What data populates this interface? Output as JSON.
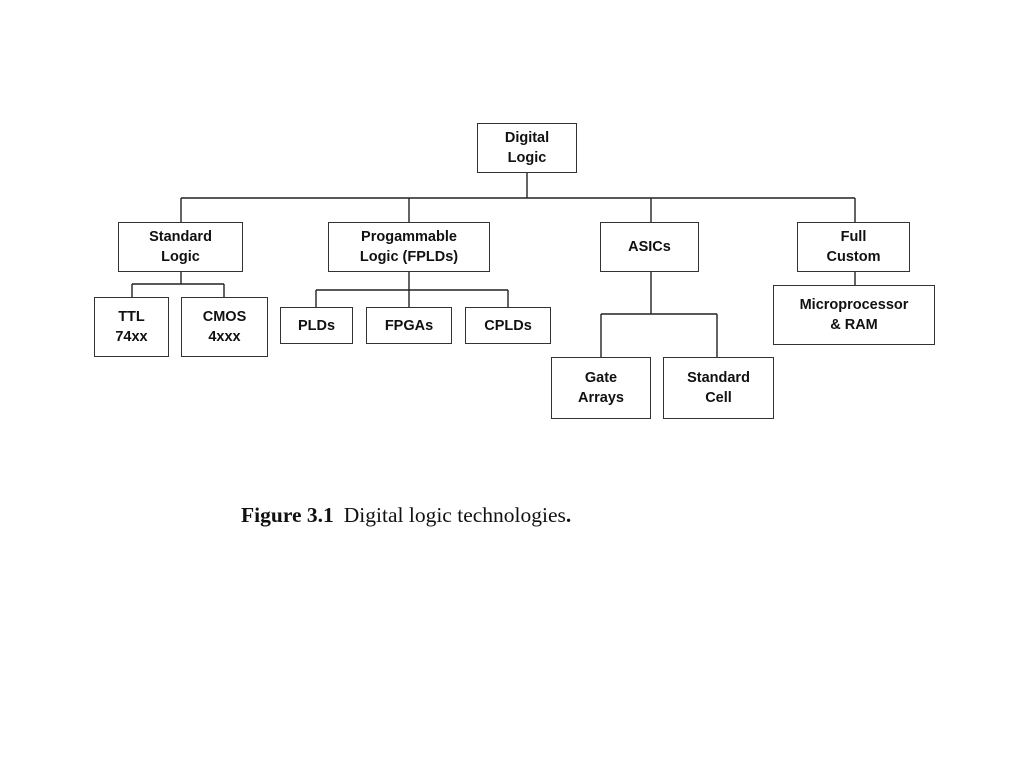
{
  "diagram": {
    "nodes": {
      "digital_logic": "Digital\nLogic",
      "standard_logic": "Standard\nLogic",
      "programmable_logic": "Progammable\nLogic (FPLDs)",
      "asics": "ASICs",
      "full_custom": "Full\nCustom",
      "ttl": "TTL\n74xx",
      "cmos": "CMOS\n4xxx",
      "plds": "PLDs",
      "fpgas": "FPGAs",
      "cplds": "CPLDs",
      "microprocessor_ram": "Microprocessor\n& RAM",
      "gate_arrays": "Gate\nArrays",
      "standard_cell": "Standard\nCell"
    },
    "edges": [
      [
        "digital_logic",
        "standard_logic"
      ],
      [
        "digital_logic",
        "programmable_logic"
      ],
      [
        "digital_logic",
        "asics"
      ],
      [
        "digital_logic",
        "full_custom"
      ],
      [
        "standard_logic",
        "ttl"
      ],
      [
        "standard_logic",
        "cmos"
      ],
      [
        "programmable_logic",
        "plds"
      ],
      [
        "programmable_logic",
        "fpgas"
      ],
      [
        "programmable_logic",
        "cplds"
      ],
      [
        "asics",
        "gate_arrays"
      ],
      [
        "asics",
        "standard_cell"
      ],
      [
        "full_custom",
        "microprocessor_ram"
      ]
    ]
  },
  "caption": {
    "label": "Figure 3.1",
    "text": "Digital logic technologies",
    "end": "."
  }
}
